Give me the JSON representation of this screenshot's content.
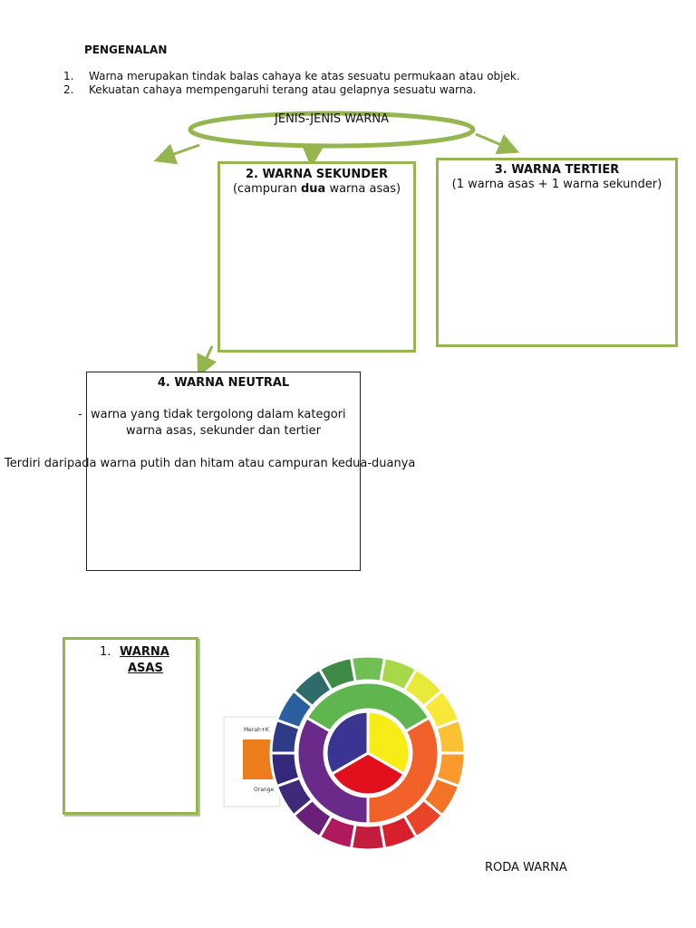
{
  "intro": {
    "heading": "PENGENALAN",
    "items": [
      {
        "num": "1.",
        "text": "Warna merupakan tindak balas cahaya ke atas sesuatu permukaan atau objek."
      },
      {
        "num": "2.",
        "text": "Kekuatan cahaya mempengaruhi terang atau gelapnya sesuatu warna."
      }
    ]
  },
  "diagram": {
    "root_label": "JENIS-JENIS WARNA",
    "accent_color": "#95b550",
    "sekunder": {
      "title": "2. WARNA SEKUNDER",
      "desc_before": "(campuran ",
      "desc_bold": "dua",
      "desc_after": " warna asas)"
    },
    "tertier": {
      "title": "3. WARNA TERTIER",
      "desc": "(1 warna asas  + 1  warna sekunder)"
    },
    "neutral": {
      "title": "4. WARNA NEUTRAL",
      "bullet_dash": "-",
      "bullet_line1": "warna yang tidak tergolong dalam kategori",
      "bullet_line2": "warna asas, sekunder dan tertier",
      "note": "Terdiri daripada warna putih dan hitam atau campuran kedua-duanya"
    },
    "asas": {
      "num": "1.",
      "title_line1": "WARNA",
      "title_line2": "ASAS"
    }
  },
  "wheel": {
    "caption": "RODA WARNA",
    "card_label_top": "Merah+K",
    "card_label_bottom": "Orange",
    "card_swatch_color": "#ec7c1c"
  }
}
